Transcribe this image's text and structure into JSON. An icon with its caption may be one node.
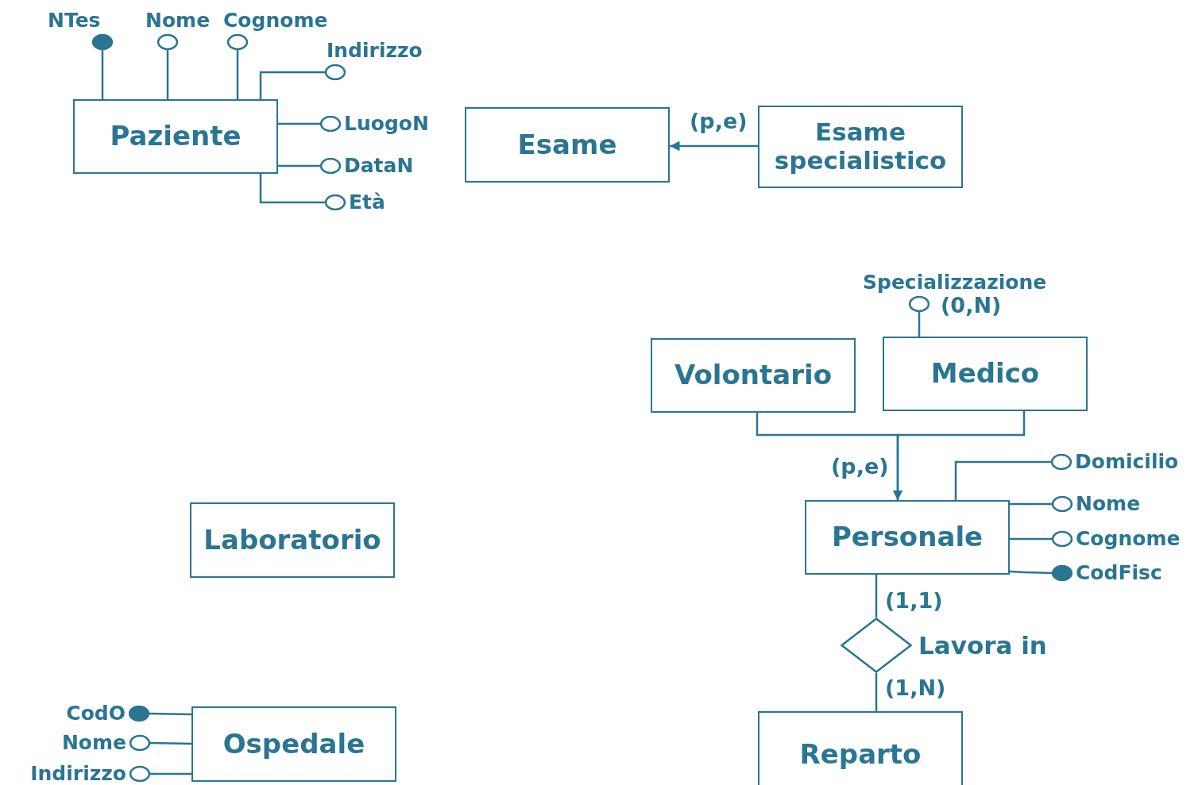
{
  "diagram": {
    "nodes": [
      {
        "text": [
          "Paziente"
        ]
      },
      {
        "text": [
          "NTes"
        ]
      },
      {
        "text": [
          "Nome"
        ]
      },
      {
        "text": [
          "Cognome"
        ]
      },
      {
        "text": [
          "Indirizzo"
        ]
      },
      {
        "text": [
          "LuogoN"
        ]
      },
      {
        "text": [
          "DataN"
        ]
      },
      {
        "text": [
          "Età"
        ]
      },
      {
        "text": [
          "Esame"
        ]
      },
      {
        "text": [
          "Esame specialistico"
        ]
      },
      {
        "text": [
          "Specializzazione"
        ],
        "beside": [
          "(0,N)"
        ]
      },
      {
        "text": [
          "Volontario"
        ]
      },
      {
        "text": [
          "Medico"
        ]
      },
      {
        "text": [
          "Personale"
        ]
      },
      {
        "text": [
          "Domicilio"
        ]
      },
      {
        "text": [
          "Nome"
        ]
      },
      {
        "text": [
          "Cognome"
        ]
      },
      {
        "text": [
          "CodFisc"
        ]
      },
      {
        "text": [
          "Laboratorio"
        ]
      },
      {
        "text": [],
        "shape": "diamond",
        "beside": [
          "Lavora in"
        ]
      },
      {
        "text": [
          "Ospedale"
        ]
      },
      {
        "text": [
          "CodO"
        ]
      },
      {
        "text": [
          "Nome"
        ]
      },
      {
        "text": [
          "Indirizzo"
        ]
      },
      {
        "text": [
          "Reparto"
        ]
      }
    ],
    "edges": [
      {
        "from": 0,
        "to": 1,
        "arrow": "none"
      },
      {
        "from": 0,
        "to": 2,
        "arrow": "none"
      },
      {
        "from": 0,
        "to": 3,
        "arrow": "none"
      },
      {
        "from": 0,
        "to": 4,
        "arrow": "none"
      },
      {
        "from": 0,
        "to": 5,
        "arrow": "none"
      },
      {
        "from": 0,
        "to": 6,
        "arrow": "none"
      },
      {
        "from": 0,
        "to": 7,
        "arrow": "none"
      },
      {
        "from": 9,
        "to": 8,
        "arrow": "to",
        "label": "(p,e)"
      },
      {
        "from": 12,
        "to": 10,
        "arrow": "none"
      },
      {
        "from": 11,
        "to": 13,
        "arrow": "to",
        "label": "(p,e)"
      },
      {
        "from": 12,
        "to": 13,
        "arrow": "to"
      },
      {
        "from": 13,
        "to": 14,
        "arrow": "none"
      },
      {
        "from": 13,
        "to": 15,
        "arrow": "none"
      },
      {
        "from": 13,
        "to": 16,
        "arrow": "none"
      },
      {
        "from": 13,
        "to": 17,
        "arrow": "none"
      },
      {
        "from": 13,
        "to": 19,
        "arrow": "none",
        "label": "(1,1)"
      },
      {
        "from": 19,
        "to": 24,
        "arrow": "none",
        "label": "(1,N)"
      },
      {
        "from": 20,
        "to": 21,
        "arrow": "none"
      },
      {
        "from": 20,
        "to": 22,
        "arrow": "none"
      },
      {
        "from": 20,
        "to": 23,
        "arrow": "none"
      }
    ]
  }
}
